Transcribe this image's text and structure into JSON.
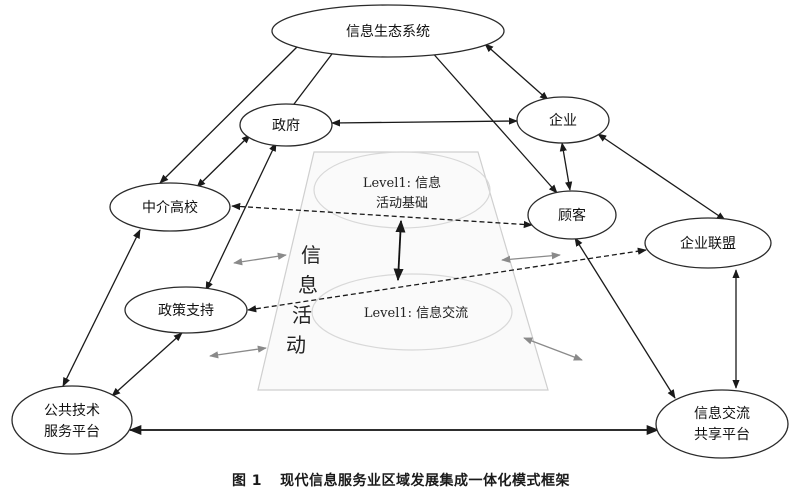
{
  "nodes": {
    "ecosystem": "信息生态系统",
    "government": "政府",
    "enterprise": "企业",
    "intermediary": "中介高校",
    "customer": "顾客",
    "alliance": "企业联盟",
    "policy": "政策支持",
    "public_platform": [
      "公共技术",
      "服务平台"
    ],
    "sharing_platform": [
      "信息交流",
      "共享平台"
    ]
  },
  "center": {
    "level_basis": [
      "Level1: 信息",
      "活动基础"
    ],
    "level_exchange": "Level1: 信息交流",
    "vertical_label": [
      "信",
      "息",
      "活",
      "动"
    ]
  },
  "caption": {
    "figure_no": "图 1",
    "title": "现代信息服务业区域发展集成一体化模式框架"
  }
}
